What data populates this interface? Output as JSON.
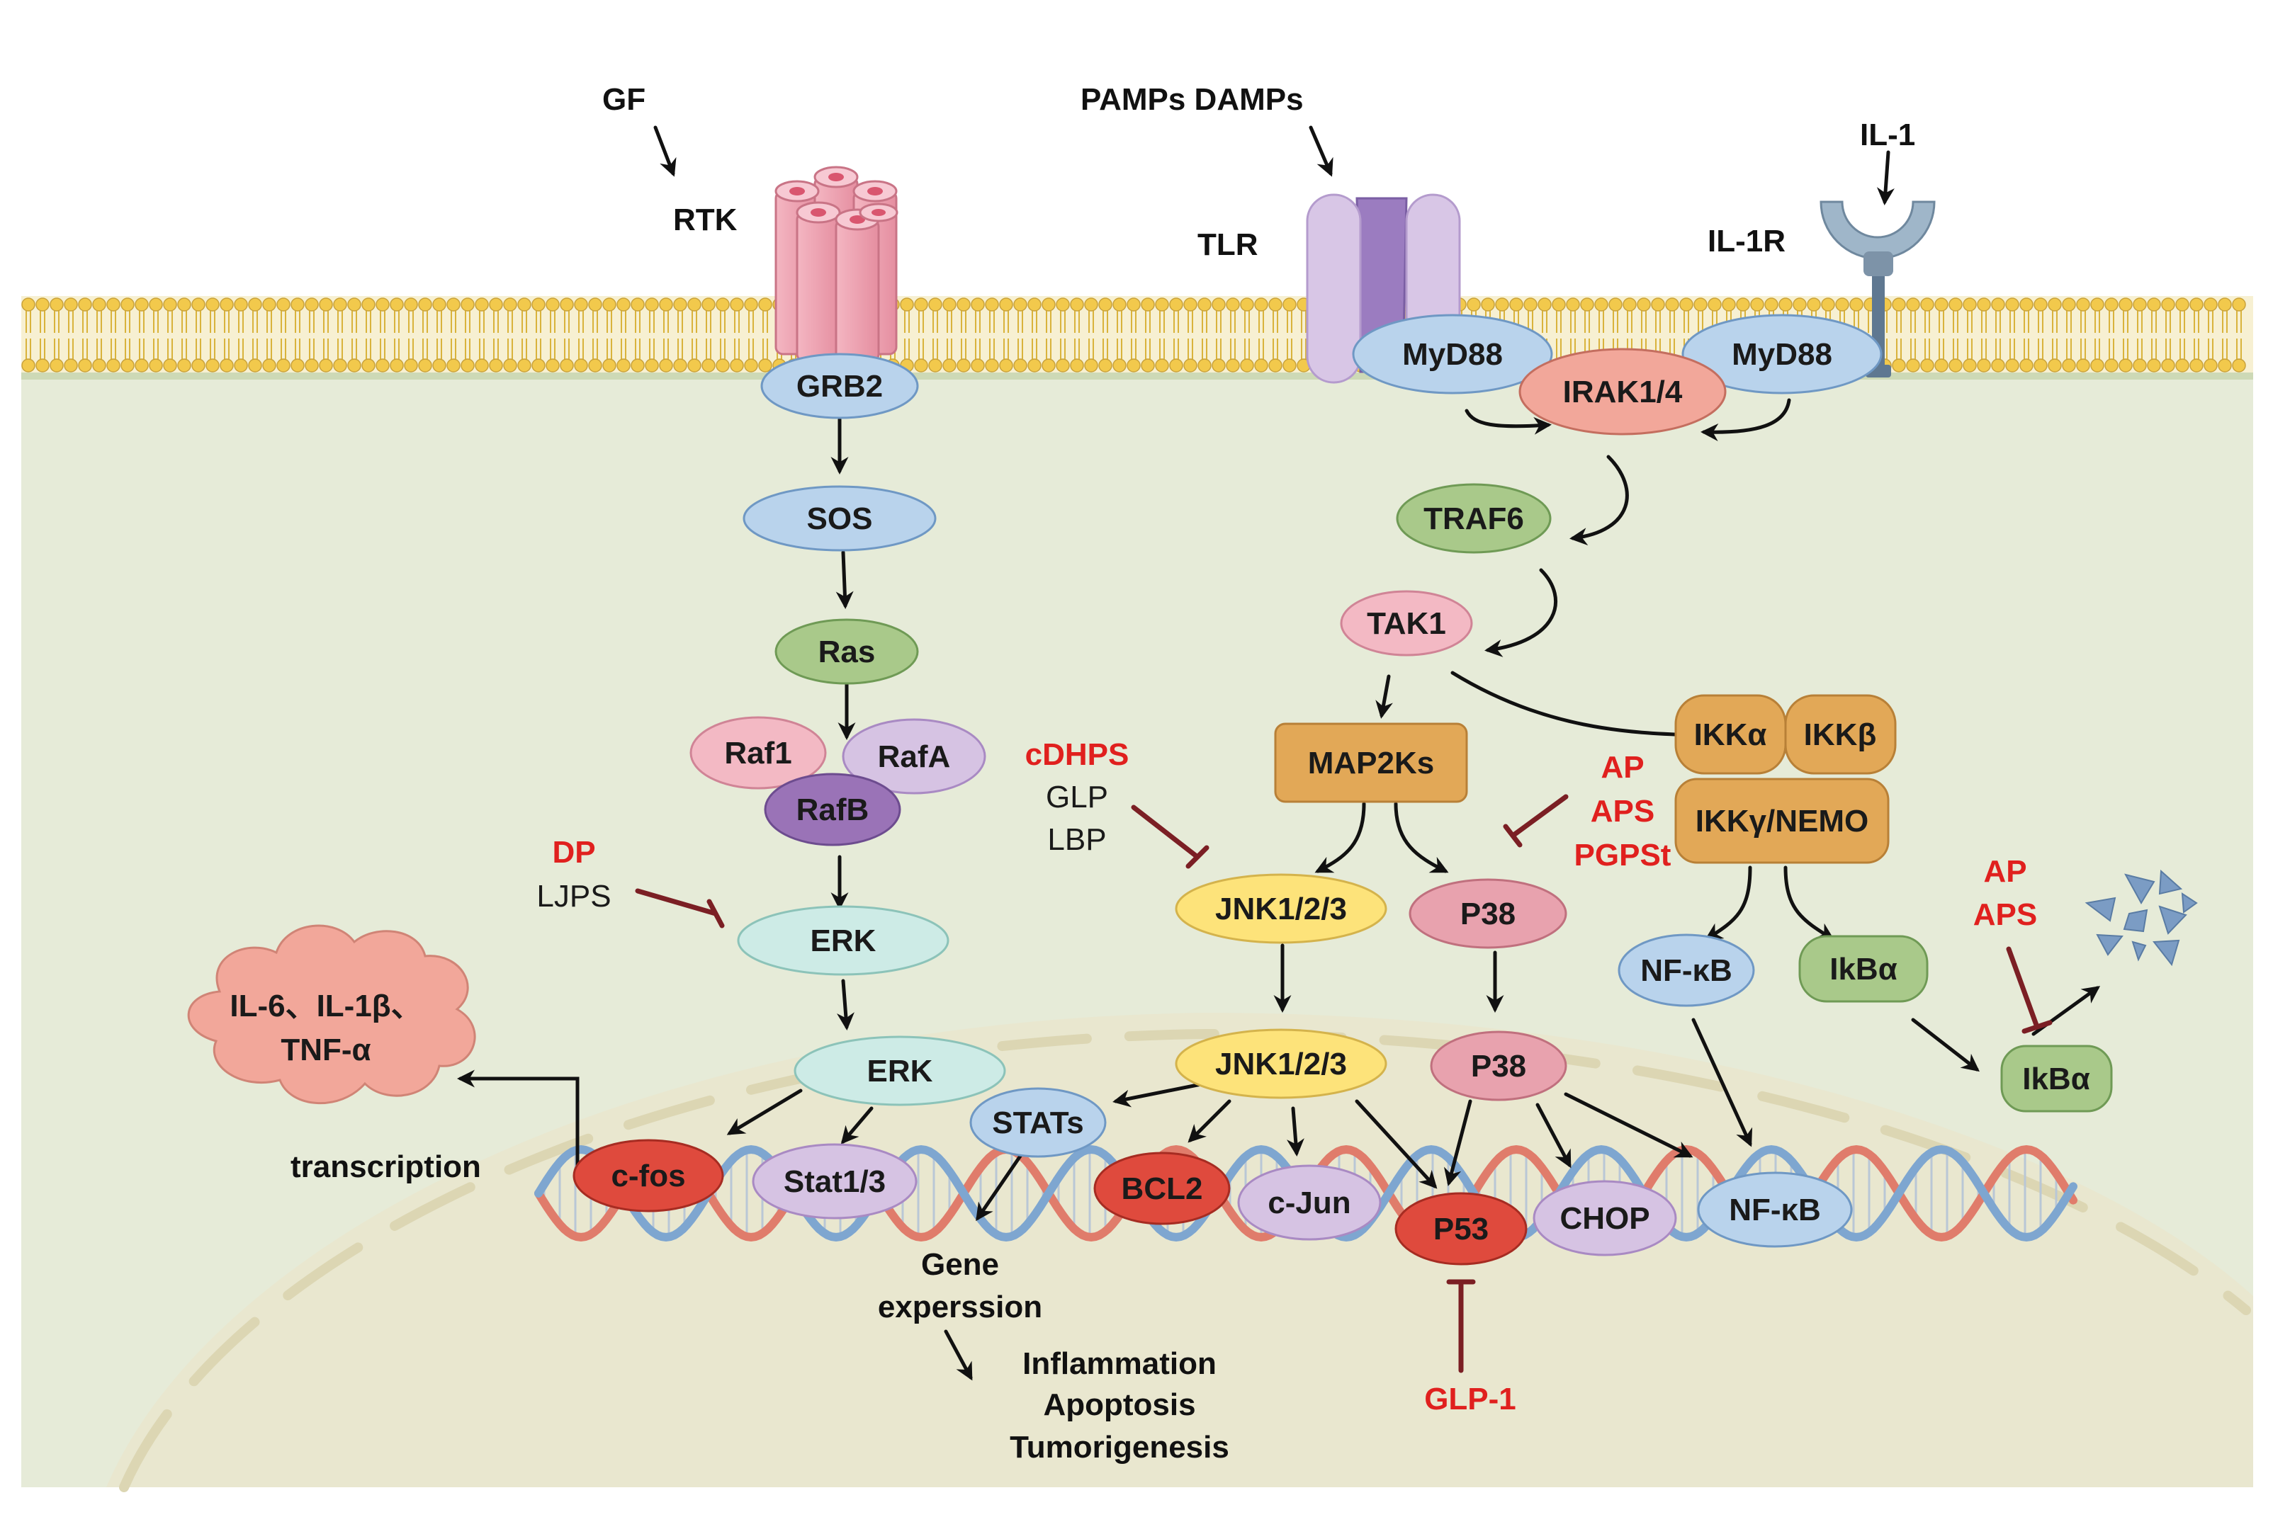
{
  "colors": {
    "cytoplasm": "#e6ebd8",
    "nucleus": "#e9e7cf",
    "membrane_head": "#f2c94c",
    "membrane_tail": "#d9b33c",
    "arrow": "#111111",
    "inhibitor": "#7b1f24",
    "drug_red": "#e0201e",
    "blue_node": "#b9d3ec",
    "green_node": "#a9c98a",
    "pink_node": "#f3b9c4",
    "lilac_node": "#d6c3e3",
    "purple_node": "#9a73b7",
    "teal_node": "#cdebe6",
    "yellow_node": "#fde37a",
    "salmon_node": "#f2a79a",
    "mauve_node": "#e8a2ae",
    "red_node": "#df4a3d",
    "orange_box": "#e2a857"
  },
  "ligands": {
    "gf": "GF",
    "pamps": "PAMPs DAMPs",
    "il1": "IL-1"
  },
  "receptors": {
    "rtk": "RTK",
    "tlr": "TLR",
    "il1r": "IL-1R"
  },
  "nodes": {
    "grb2": "GRB2",
    "sos": "SOS",
    "ras": "Ras",
    "raf1": "Raf1",
    "rafa": "RafA",
    "rafb": "RafB",
    "erk_cyto": "ERK",
    "erk_nuc": "ERK",
    "myd88_left": "MyD88",
    "myd88_right": "MyD88",
    "irak": "IRAK1/4",
    "traf6": "TRAF6",
    "tak1": "TAK1",
    "map2ks": "MAP2Ks",
    "ikka": "IKKα",
    "ikkb": "IKKβ",
    "ikkg": "IKKγ/NEMO",
    "jnk_cyto": "JNK1/2/3",
    "jnk_nuc": "JNK1/2/3",
    "p38_cyto": "P38",
    "p38_nuc": "P38",
    "nfkb_cyto": "NF-κB",
    "ikba_cyto": "IkBα",
    "ikba_free": "IkBα",
    "stats": "STATs",
    "cfos": "c-fos",
    "stat13": "Stat1/3",
    "bcl2": "BCL2",
    "cjun": "c-Jun",
    "p53": "P53",
    "chop": "CHOP",
    "nfkb_nuc": "NF-κB"
  },
  "cytokines": [
    "IL-6、IL-1β、",
    "TNF-α"
  ],
  "labels": {
    "transcription": "transcription",
    "gene_expression": [
      "Gene",
      "experssion"
    ],
    "outcomes": [
      "Inflammation",
      "Apoptosis",
      "Tumorigenesis"
    ]
  },
  "drugs": {
    "dp": "DP",
    "ljps": "LJPS",
    "cdhps": "cDHPS",
    "glp": "GLP",
    "lbp": "LBP",
    "ap1": "AP",
    "aps1": "APS",
    "pgpst": "PGPSt",
    "ap2": "AP",
    "aps2": "APS",
    "glp1": "GLP-1"
  }
}
